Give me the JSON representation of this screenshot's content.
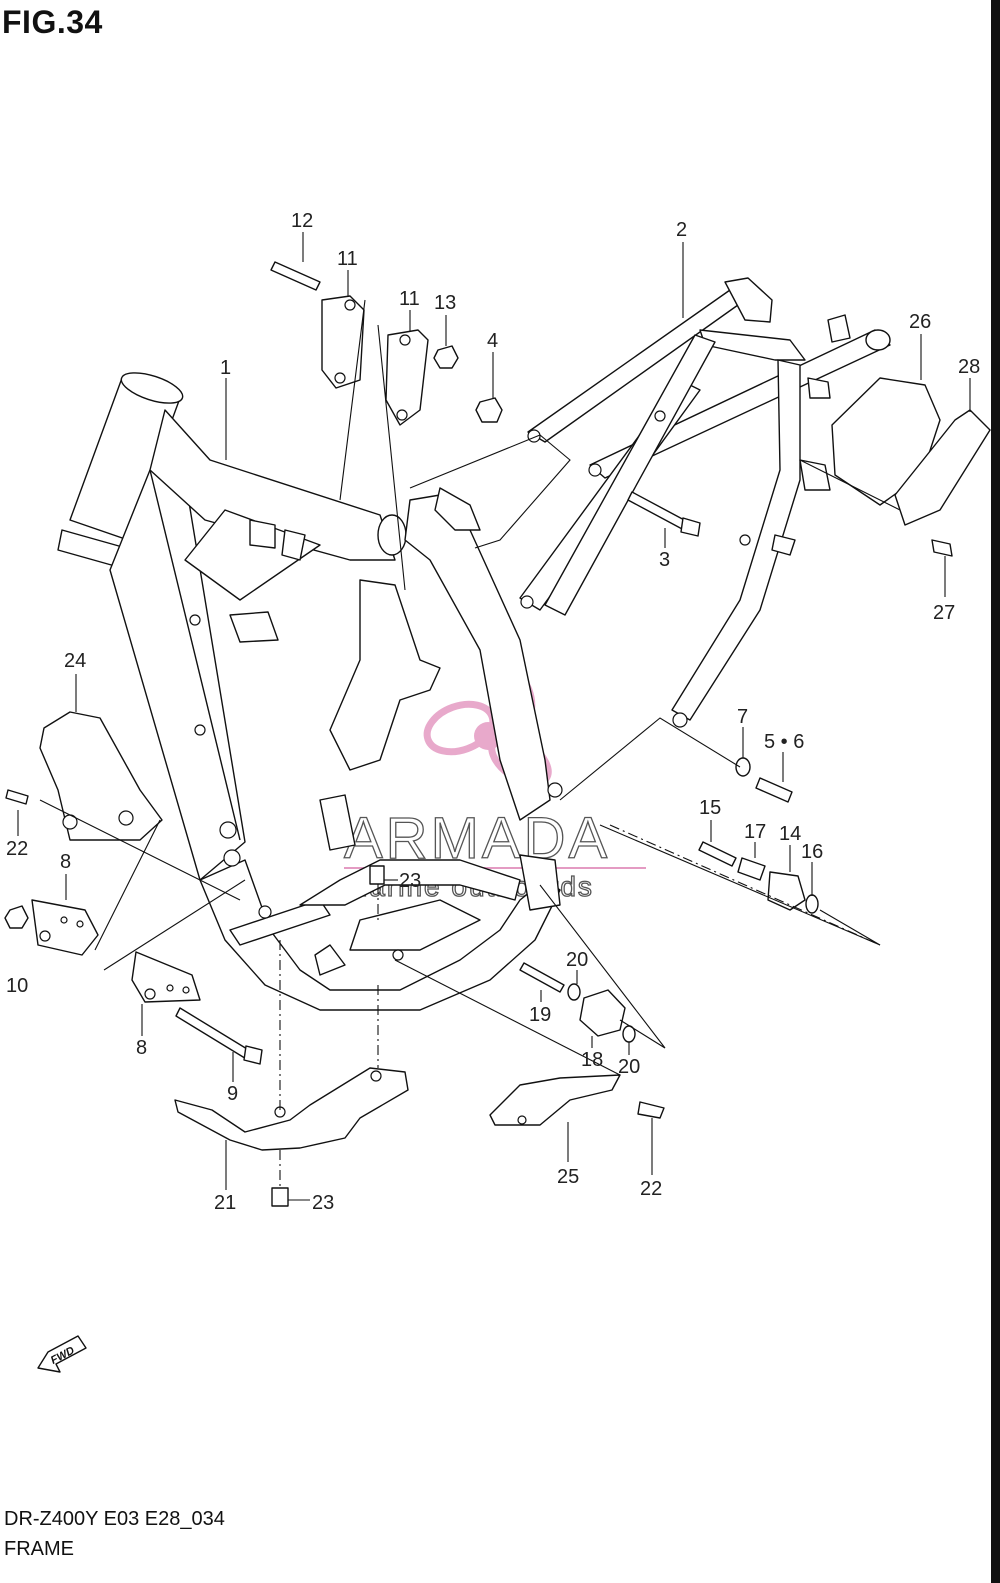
{
  "figure": {
    "title": "FIG.34",
    "code": "DR-Z400Y E03 E28_034",
    "name": "FRAME"
  },
  "direction_marker": "FWD",
  "watermark": {
    "brand": "ARMADA",
    "tagline": "marine outboards",
    "color": "#e49bc3"
  },
  "callouts": {
    "c1": "1",
    "c2": "2",
    "c3": "3",
    "c4": "4",
    "c5_6": "5 • 6",
    "c7": "7",
    "c8a": "8",
    "c8b": "8",
    "c9": "9",
    "c10": "10",
    "c11a": "11",
    "c11b": "11",
    "c12": "12",
    "c13": "13",
    "c14": "14",
    "c15": "15",
    "c16": "16",
    "c17": "17",
    "c18": "18",
    "c19": "19",
    "c20a": "20",
    "c20b": "20",
    "c21": "21",
    "c22a": "22",
    "c22b": "22",
    "c23a": "23",
    "c23b": "23",
    "c24": "24",
    "c25": "25",
    "c26": "26",
    "c27": "27",
    "c28": "28"
  }
}
